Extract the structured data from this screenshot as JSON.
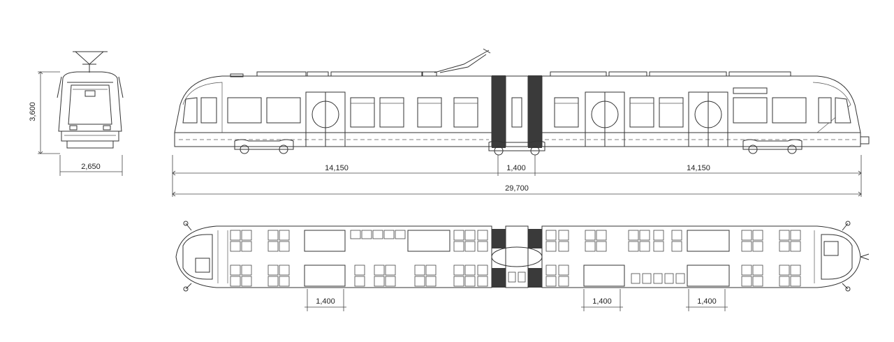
{
  "dimensions": {
    "front_height": "3,600",
    "front_width": "2,650",
    "section_a": "14,150",
    "joint": "1,400",
    "section_b": "14,150",
    "total_length": "29,700",
    "door_1": "1,400",
    "door_2": "1,400",
    "door_3": "1,400"
  },
  "colors": {
    "line": "#333333",
    "background": "#ffffff",
    "bellows": "#3a3a3a"
  },
  "icons": [
    "pantograph-icon",
    "tram-front-view",
    "tram-side-view",
    "tram-plan-view"
  ]
}
